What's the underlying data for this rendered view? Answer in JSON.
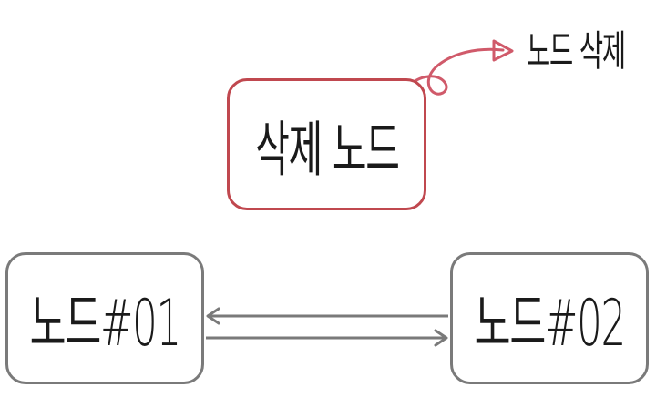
{
  "diagram": {
    "annotation": "노드 삭제",
    "nodes": [
      {
        "id": "delete",
        "label": "삭제 노드",
        "color": "#c0484f"
      },
      {
        "id": "n01",
        "label": "노드#01",
        "color": "#7a7a7a"
      },
      {
        "id": "n02",
        "label": "노드#02",
        "color": "#7a7a7a"
      }
    ],
    "edges": [
      {
        "from": "n02",
        "to": "n01"
      },
      {
        "from": "n01",
        "to": "n02"
      }
    ],
    "colors": {
      "highlight": "#c0484f",
      "connector": "#7a7a7a",
      "annotation_arrow": "#d05a6a"
    }
  }
}
